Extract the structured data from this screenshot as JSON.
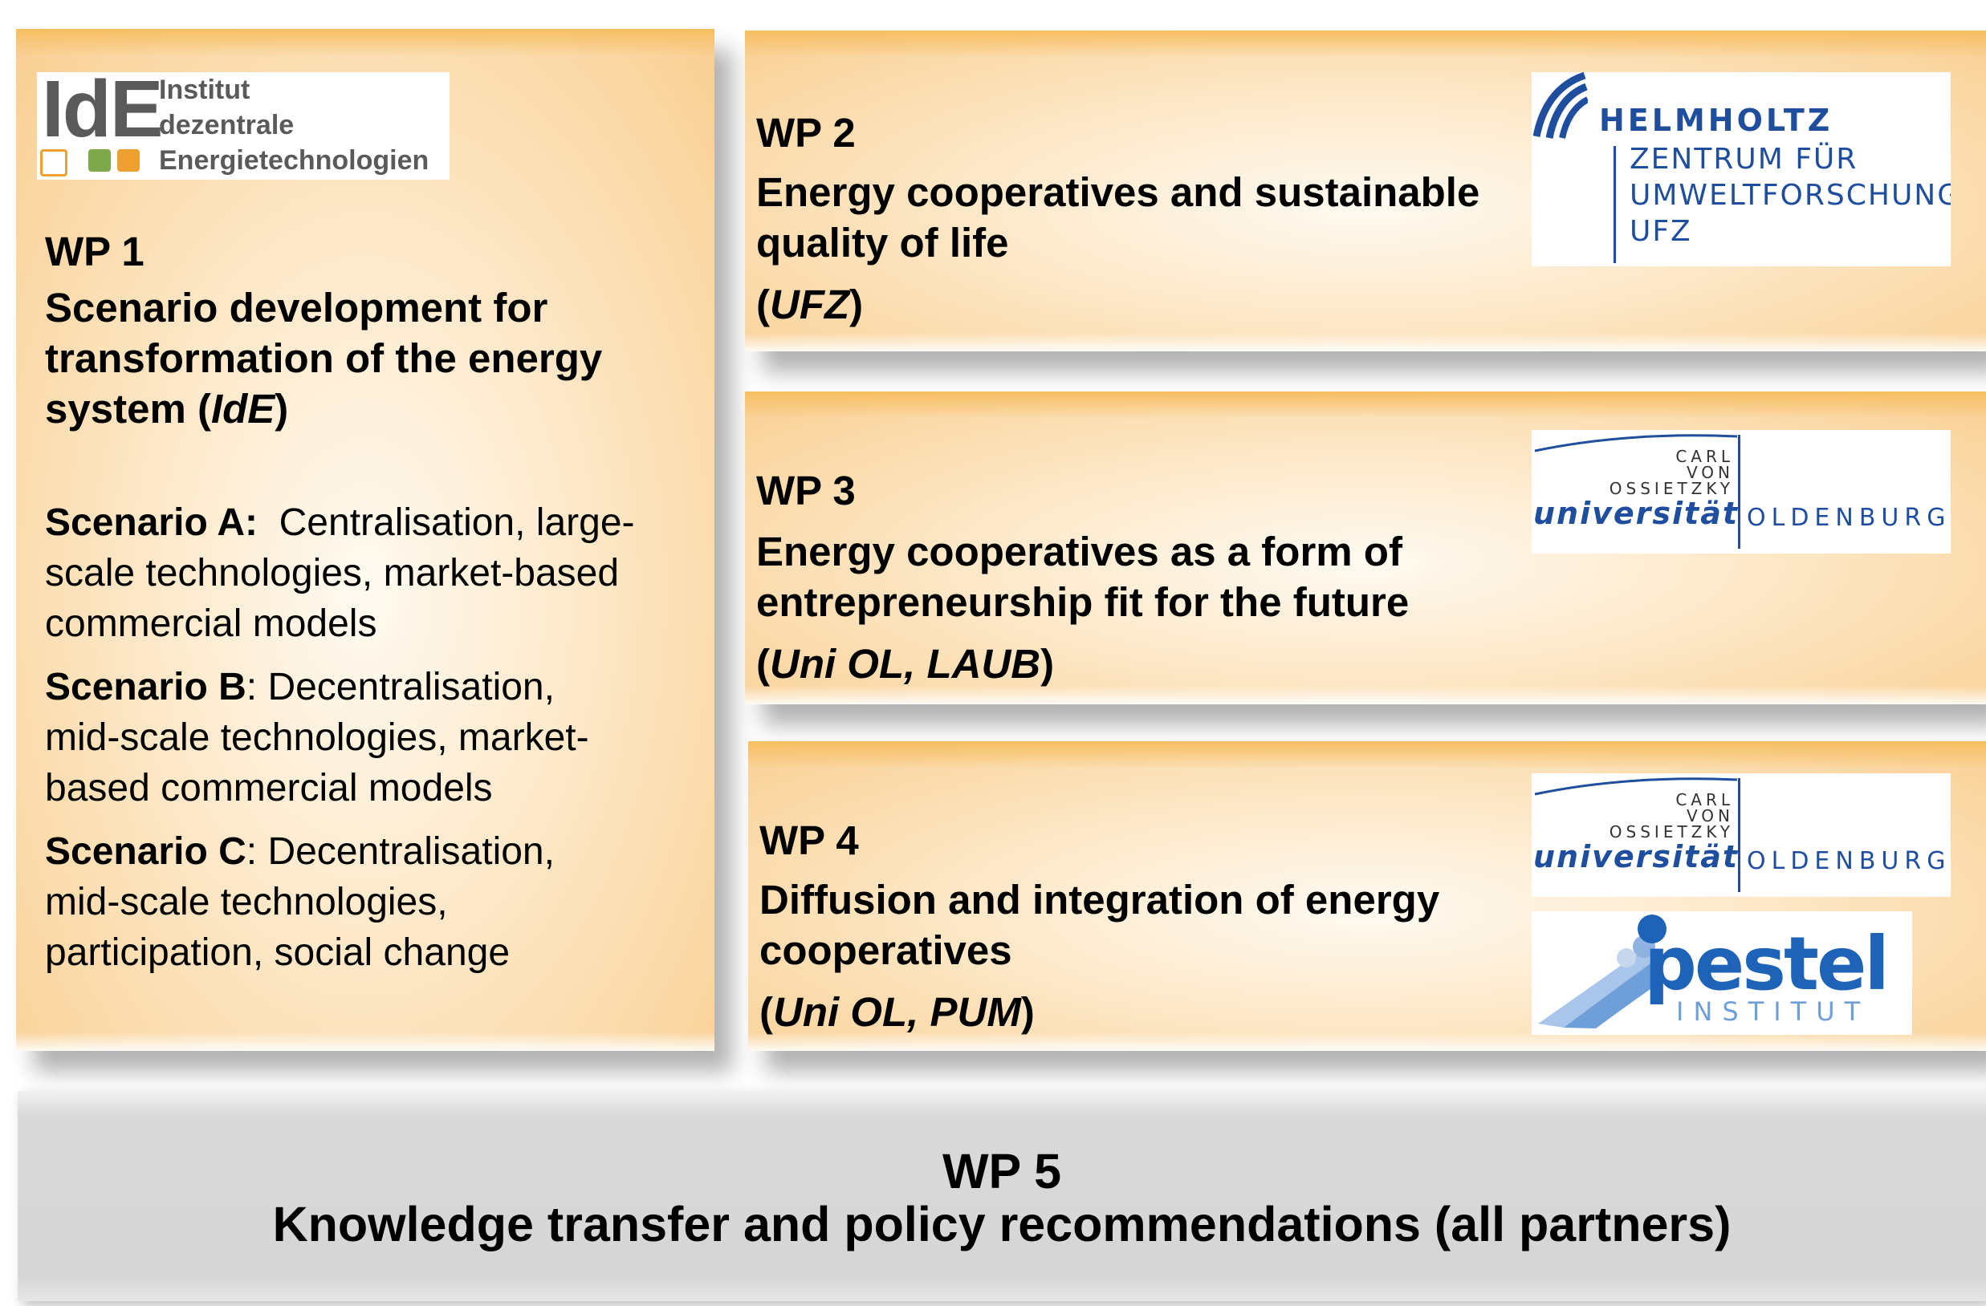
{
  "wp1": {
    "title": "WP 1",
    "desc_lines": [
      "Scenario development for",
      "transformation of the energy",
      "system ("
    ],
    "partner": "IdE",
    "desc_end": ")",
    "logo": {
      "big": "IdE",
      "lines": [
        "Institut",
        "dezentrale",
        "Energietechnologien"
      ],
      "square_colors": [
        "#ffffff",
        "#7fa84a",
        "#f0a030"
      ]
    },
    "scenarios": [
      {
        "label": "Scenario A:",
        "lines": [
          "Centralisation, large-",
          "scale technologies, market-based",
          "commercial models"
        ]
      },
      {
        "label": "Scenario B",
        "lines": [
          ": Decentralisation,",
          "mid-scale technologies, market-",
          "based commercial models"
        ]
      },
      {
        "label": "Scenario C",
        "lines": [
          ": Decentralisation,",
          "mid-scale technologies,",
          "participation, social change"
        ]
      }
    ]
  },
  "wp2": {
    "title": "WP 2",
    "desc_lines": [
      "Energy cooperatives and sustainable",
      "quality of life"
    ],
    "partner": "UFZ",
    "logo": {
      "line1": "HELMHOLTZ",
      "line2": "ZENTRUM FÜR",
      "line3": "UMWELTFORSCHUNG",
      "line4": "UFZ"
    }
  },
  "wp3": {
    "title": "WP 3",
    "desc_lines": [
      "Energy cooperatives as a form of",
      "entrepreneurship fit for the future"
    ],
    "partner": "Uni OL, LAUB",
    "logo": {
      "small": [
        "CARL",
        "VON",
        "OSSIETZKY"
      ],
      "word": "universität",
      "city": "OLDENBURG"
    }
  },
  "wp4": {
    "title": "WP 4",
    "desc_lines": [
      "Diffusion and integration of energy",
      "cooperatives"
    ],
    "partner": "Uni OL, PUM",
    "logo1": {
      "small": [
        "CARL",
        "VON",
        "OSSIETZKY"
      ],
      "word": "universität",
      "city": "OLDENBURG"
    },
    "logo2": {
      "word": "pestel",
      "sub": "INSTITUT"
    }
  },
  "wp5": {
    "title": "WP 5",
    "desc": "Knowledge transfer and policy recommendations (all partners)"
  },
  "colors": {
    "orange_edge": "#f7be62",
    "orange_center": "#fffaf1",
    "grey_panel": "#d6d6d6",
    "logo_blue": "#1f4e9e"
  }
}
